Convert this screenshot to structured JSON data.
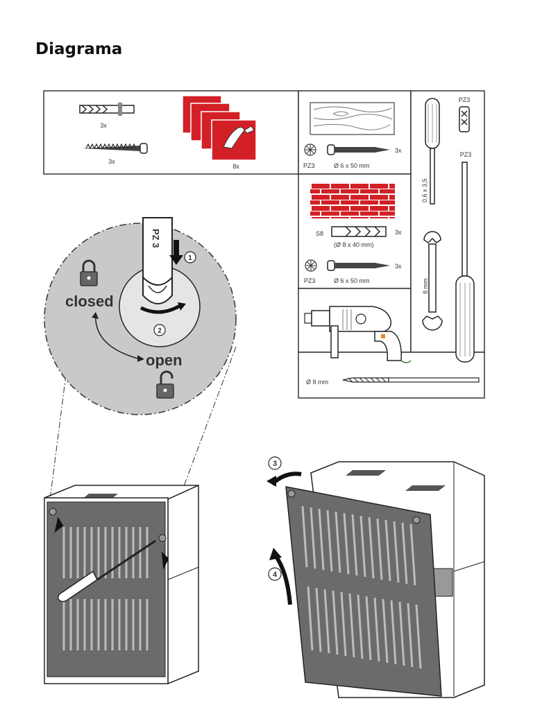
{
  "title": "Diagrama",
  "parts_box": {
    "anchor_qty": "3x",
    "screw_qty": "3x",
    "sticker_qty": "8x"
  },
  "wood_box": {
    "bit": "PZ3",
    "screw_size": "Ø 6 x 50 mm",
    "qty": "3x"
  },
  "brick_box": {
    "anchor_type": "S8",
    "anchor_size": "(Ø 8 x 40 mm)",
    "anchor_qty": "3x",
    "bit": "PZ3",
    "screw_size": "Ø 6 x 50 mm",
    "screw_qty": "3x"
  },
  "tools": {
    "small_screwdriver": "0,6 x 3,5",
    "bit_top": "PZ3",
    "large_screwdriver": "PZ3",
    "wrench": "8 mm",
    "drill_bit": "Ø 8 mm"
  },
  "lock_detail": {
    "bit_label": "PZ 3",
    "step1": "1",
    "step2": "2",
    "closed": "closed",
    "open": "open"
  },
  "steps": {
    "step3": "3",
    "step4": "4"
  }
}
